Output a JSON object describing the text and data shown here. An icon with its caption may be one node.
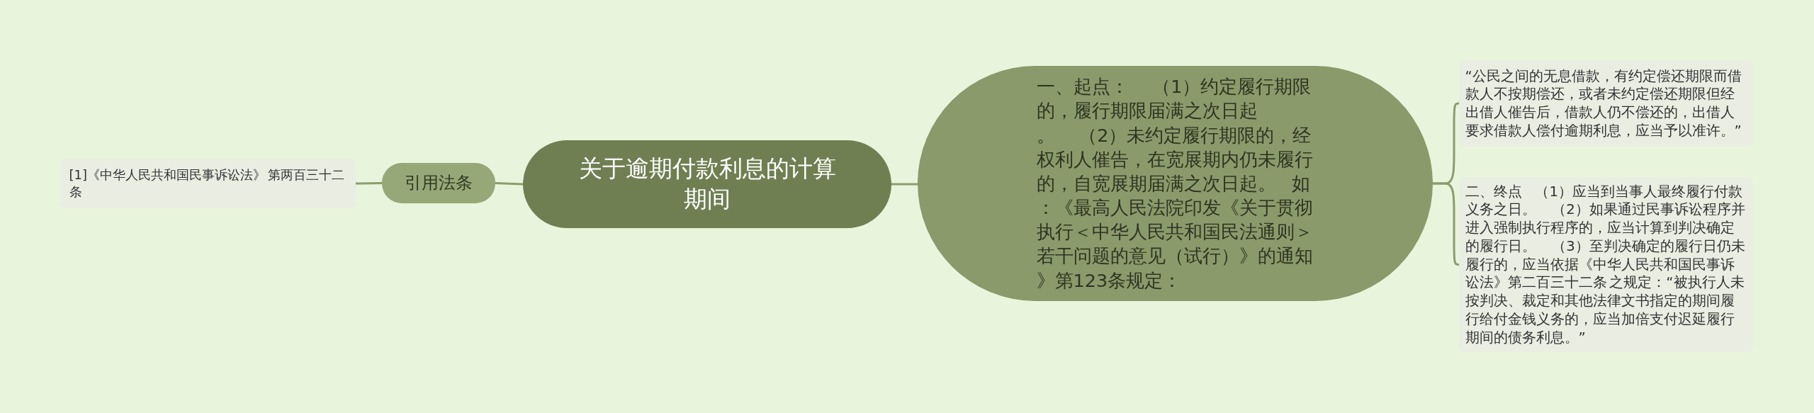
{
  "diagram": {
    "nodes": [
      {
        "text": [
          "关于逾期付款利息的计算期间"
        ]
      },
      {
        "text": [
          "引用法条"
        ]
      },
      {
        "text": [
          "[1]《中华人民共和国民事诉讼法》 第两百三十二条"
        ]
      },
      {
        "text": [
          "一、起点：      （1）约定履行期限的，履行期限届满之次日起。      （2）未约定履行期限的，经权利人催告，在宽展期内仍未履行的，自宽展期届满之次日起。    如：《最高人民法院印发《关于贯彻执行＜中华人民共和国民法通则＞若干问题的意见（试行）》的通知》第123条规定："
        ]
      },
      {
        "text": [
          "“公民之间的无息借款，有约定偿还期限而借款人不按期偿还，或者未约定偿还期限但经出借人催告后，借款人仍不偿还的，出借人要求借款人偿付逾期利息，应当予以准许。”"
        ]
      },
      {
        "text": [
          "二、终点     （1）应当到当事人最终履行付款义务之日。      （2）如果通过民事诉讼程序并进入强制执行程序的，应当计算到判决确定的履行日。      （3）至判决确定的履行日仍未履行的，应当依据《中华人民共和国民事诉讼法》第二百三十二条 之规定：“被执行人未按判决、裁定和其他法律文书指定的期间履行给付金钱义务的，应当加倍支付迟延履行期间的债务利息。”"
        ]
      }
    ],
    "edges": [
      {
        "from": 0,
        "to": 1,
        "arrow": "none"
      },
      {
        "from": 1,
        "to": 2,
        "arrow": "none"
      },
      {
        "from": 0,
        "to": 3,
        "arrow": "none"
      },
      {
        "from": 3,
        "to": 4,
        "arrow": "none"
      },
      {
        "from": 3,
        "to": 5,
        "arrow": "none"
      }
    ]
  }
}
